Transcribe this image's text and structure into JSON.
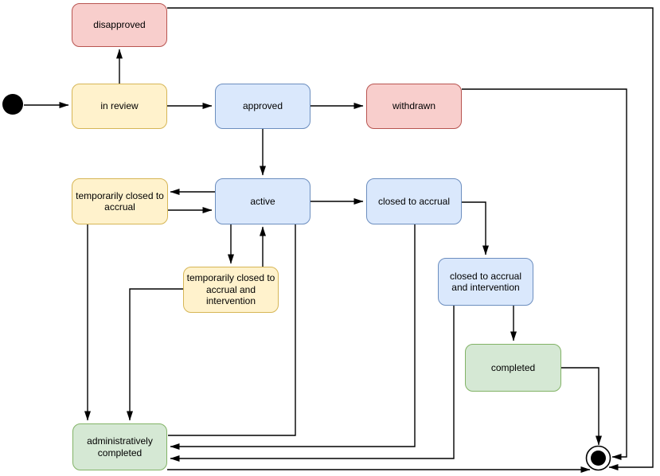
{
  "diagram": {
    "type": "state-diagram",
    "background": "#ffffff",
    "edge_color": "#000000",
    "text_color": "#000000"
  },
  "palette": {
    "yellow": {
      "fill": "#FFF2CC",
      "stroke": "#D6B656"
    },
    "blue": {
      "fill": "#DAE8FC",
      "stroke": "#6C8EBF"
    },
    "red": {
      "fill": "#F8CECC",
      "stroke": "#B85450"
    },
    "green": {
      "fill": "#D5E8D4",
      "stroke": "#82B366"
    },
    "terminal": {
      "fill": "#000000",
      "stroke": "#000000"
    }
  },
  "states": {
    "start": {
      "label": "",
      "kind": "initial"
    },
    "disapproved": {
      "label": "disapproved",
      "color": "red"
    },
    "in_review": {
      "label": "in review",
      "color": "yellow"
    },
    "approved": {
      "label": "approved",
      "color": "blue"
    },
    "withdrawn": {
      "label": "withdrawn",
      "color": "red"
    },
    "temporarily_closed_to_accrual": {
      "label": "temporarily closed to\naccrual",
      "color": "yellow"
    },
    "active": {
      "label": "active",
      "color": "blue"
    },
    "closed_to_accrual": {
      "label": "closed to accrual",
      "color": "blue"
    },
    "temporarily_closed_to_accrual_and_intervention": {
      "label": "temporarily closed to\naccrual and\nintervention",
      "color": "yellow"
    },
    "closed_to_accrual_and_intervention": {
      "label": "closed to accrual\nand intervention",
      "color": "blue"
    },
    "completed": {
      "label": "completed",
      "color": "green"
    },
    "administratively_completed": {
      "label": "administratively\ncompleted",
      "color": "green"
    },
    "end": {
      "label": "",
      "kind": "final"
    }
  },
  "edges": [
    {
      "from": "start",
      "to": "in_review",
      "arrow": true
    },
    {
      "from": "in_review",
      "to": "disapproved",
      "arrow": true
    },
    {
      "from": "in_review",
      "to": "approved",
      "arrow": true
    },
    {
      "from": "approved",
      "to": "withdrawn",
      "arrow": true
    },
    {
      "from": "approved",
      "to": "active",
      "arrow": true
    },
    {
      "from": "active",
      "to": "temporarily_closed_to_accrual",
      "arrow": true
    },
    {
      "from": "temporarily_closed_to_accrual",
      "to": "active",
      "arrow": true
    },
    {
      "from": "active",
      "to": "closed_to_accrual",
      "arrow": true
    },
    {
      "from": "active",
      "to": "temporarily_closed_to_accrual_and_intervention",
      "arrow": true
    },
    {
      "from": "temporarily_closed_to_accrual_and_intervention",
      "to": "active",
      "arrow": true
    },
    {
      "from": "closed_to_accrual",
      "to": "closed_to_accrual_and_intervention",
      "arrow": true
    },
    {
      "from": "closed_to_accrual_and_intervention",
      "to": "completed",
      "arrow": true
    },
    {
      "from": "completed",
      "to": "end",
      "arrow": true
    },
    {
      "from": "withdrawn",
      "to": "end",
      "arrow": true
    },
    {
      "from": "disapproved",
      "to": "end",
      "arrow": true
    },
    {
      "from": "temporarily_closed_to_accrual",
      "to": "administratively_completed",
      "arrow": true
    },
    {
      "from": "temporarily_closed_to_accrual_and_intervention",
      "to": "administratively_completed",
      "arrow": true
    },
    {
      "from": "closed_to_accrual",
      "to": "administratively_completed",
      "arrow": true
    },
    {
      "from": "closed_to_accrual_and_intervention",
      "to": "administratively_completed",
      "arrow": true
    },
    {
      "from": "active",
      "to": "administratively_completed",
      "arrow": false
    },
    {
      "from": "administratively_completed",
      "to": "end",
      "arrow": true
    }
  ]
}
